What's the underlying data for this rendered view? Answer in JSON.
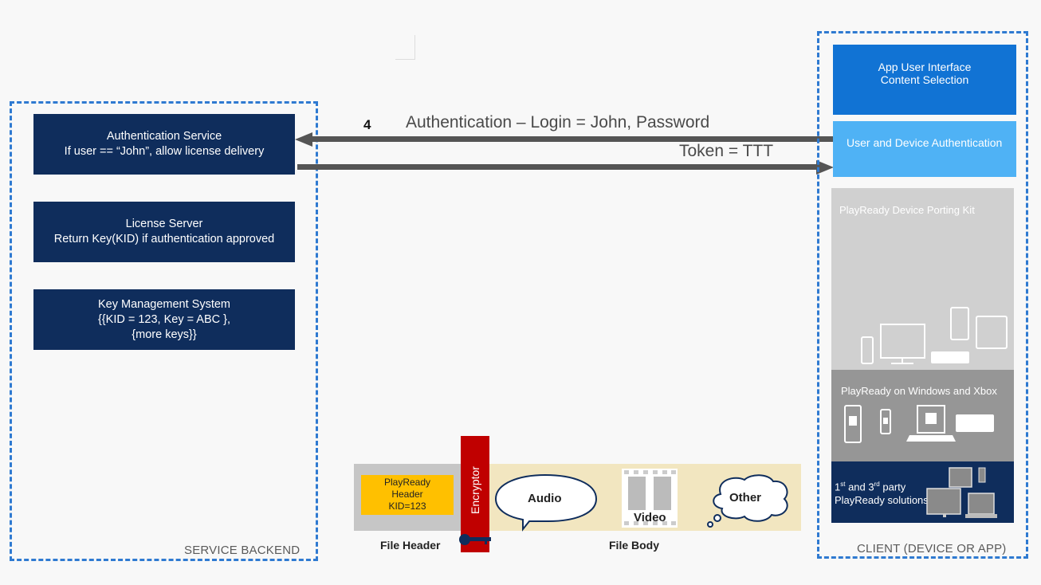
{
  "backend": {
    "region_label": "SERVICE BACKEND",
    "auth_service": {
      "title": "Authentication  Service",
      "line2": "If user == “John”, allow license delivery"
    },
    "license_server": {
      "title": "License Server",
      "line2": "Return Key(KID) if authentication  approved"
    },
    "key_management": {
      "title": "Key Management  System",
      "line2": "{{KID = 123, Key = ABC },",
      "line3": "{more keys}}"
    }
  },
  "flow": {
    "step_number": "4",
    "request_text": "Authentication – Login  = John, Password",
    "response_text": "Token = TTT"
  },
  "client": {
    "region_label": "CLIENT (DEVICE OR APP)",
    "app_ui": {
      "line1": "App User Interface",
      "line2": "Content Selection"
    },
    "user_auth": "User and Device Authentication",
    "porting_kit": "PlayReady  Device  Porting Kit",
    "windows_xbox": "PlayReady  on Windows and Xbox",
    "party_solutions": {
      "sup1": "st",
      "sup3": "rd",
      "text1": "1",
      "text2": " and 3",
      "text3": " party",
      "line2": "PlayReady solutions"
    }
  },
  "file": {
    "header_box": {
      "line1": "PlayReady",
      "line2": "Header",
      "line3": "KID=123"
    },
    "encryptor": "Encryptor",
    "audio": "Audio",
    "video": "Video",
    "other": "Other",
    "file_header_label": "File Header",
    "file_body_label": "File Body"
  },
  "colors": {
    "navy": "#0f2d5c",
    "blue_app": "#1173d4",
    "light_blue": "#4fb2f5",
    "gray_light": "#d0d0d0",
    "gray_mid": "#969696",
    "encryptor_red": "#c00000",
    "header_yellow": "#ffc000",
    "file_body_bg": "#f2e6c0"
  }
}
